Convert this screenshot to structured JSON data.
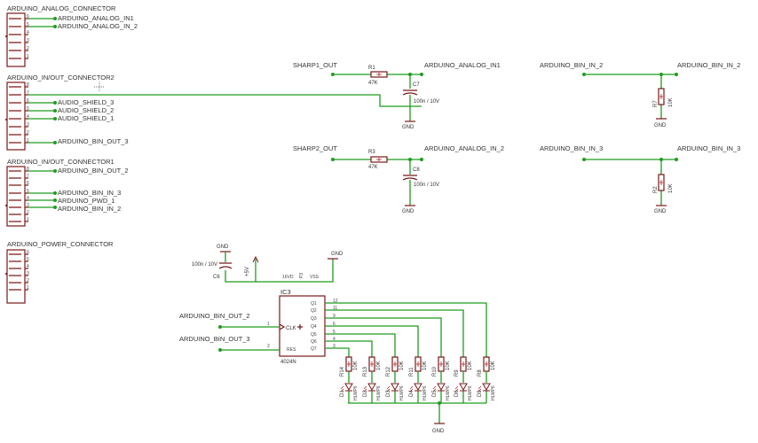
{
  "connectors": {
    "analog": {
      "title": "ARDUINO_ANALOG_CONNECTOR",
      "pins": [
        "6",
        "5",
        "4",
        "3",
        "2",
        "1"
      ],
      "nets": [
        "ARDUINO_ANALOG_IN1",
        "ARDUINO_ANALOG_IN_2"
      ]
    },
    "inout2": {
      "title": "ARDUINO_IN/OUT_CONNECTOR2",
      "pins": [
        "8",
        "7",
        "6",
        "5",
        "4",
        "3",
        "2",
        "1"
      ],
      "nets": [
        "AUDIO_SHIELD_3",
        "AUDIO_SHIELD_2",
        "AUDIO_SHIELD_1",
        "ARDUINO_BIN_OUT_3"
      ]
    },
    "inout1": {
      "title": "ARDUINO_IN/OUT_CONNECTOR1",
      "pins": [
        "8",
        "7",
        "6",
        "5",
        "4",
        "3",
        "2",
        "1"
      ],
      "nets": [
        "ARDUINO_BIN_OUT_2",
        "ARDUINO_BIN_IN_3",
        "ARDUINO_PWD_1",
        "ARDUINO_BIN_IN_2"
      ]
    },
    "power": {
      "title": "ARDUINO_POWER_CONNECTOR",
      "pins": [
        "6",
        "5",
        "4",
        "3",
        "2",
        "1"
      ]
    }
  },
  "filters": {
    "ch1": {
      "in": "SHARP1_OUT",
      "out": "ARDUINO_ANALOG_IN1",
      "r_name": "R1",
      "r_value": "47K",
      "c_name": "C7",
      "c_value": "100n / 10V",
      "gnd": "GND"
    },
    "ch2": {
      "in": "SHARP2_OUT",
      "out": "ARDUINO_ANALOG_IN_2",
      "r_name": "R3",
      "r_value": "47K",
      "c_name": "C8",
      "c_value": "100n / 10V",
      "gnd": "GND"
    }
  },
  "pulldowns": {
    "p1": {
      "net": "ARDUINO_BIN_IN_2",
      "r_name": "R7",
      "r_value": "10K",
      "gnd": "GND"
    },
    "p2": {
      "net": "ARDUINO_BIN_IN_3",
      "r_name": "R2",
      "r_value": "10K",
      "gnd": "GND"
    }
  },
  "power": {
    "gnd_top": "GND",
    "cap_value": "100n / 10V",
    "cap_name": "C6",
    "supply": "+5V",
    "gnd_right": "GND",
    "vdd_label": "16VD",
    "vss_label": "VSS",
    "section_label": "P3"
  },
  "ic": {
    "name": "IC3",
    "part": "4024N",
    "clk": "CLK",
    "rst": "RES",
    "left_pin_nums": [
      "1",
      "2"
    ],
    "outputs": [
      "Q1",
      "Q2",
      "Q3",
      "Q4",
      "Q5",
      "Q6",
      "Q7"
    ],
    "output_pin_nums": [
      "12",
      "11",
      "9",
      "6",
      "5",
      "4",
      "3"
    ],
    "in_clk": "ARDUINO_BIN_OUT_2",
    "in_rst": "ARDUINO_BIN_OUT_3"
  },
  "led_bank": {
    "resistors": [
      {
        "name": "R14",
        "value": "10K"
      },
      {
        "name": "R13",
        "value": "10K"
      },
      {
        "name": "R12",
        "value": "10K"
      },
      {
        "name": "R11",
        "value": "10K"
      },
      {
        "name": "R10",
        "value": "10K"
      },
      {
        "name": "R9",
        "value": "10K"
      },
      {
        "name": "R8",
        "value": "10K"
      }
    ],
    "leds": [
      {
        "name": "D1",
        "part": "HLMP6"
      },
      {
        "name": "D2",
        "part": "HLMP6"
      },
      {
        "name": "D3",
        "part": "HLMP6"
      },
      {
        "name": "D4",
        "part": "HLMP6"
      },
      {
        "name": "D5",
        "part": "HLMP6"
      },
      {
        "name": "D6",
        "part": "HLMP6"
      },
      {
        "name": "D9",
        "part": "HLMP6"
      }
    ],
    "gnd": "GND"
  }
}
